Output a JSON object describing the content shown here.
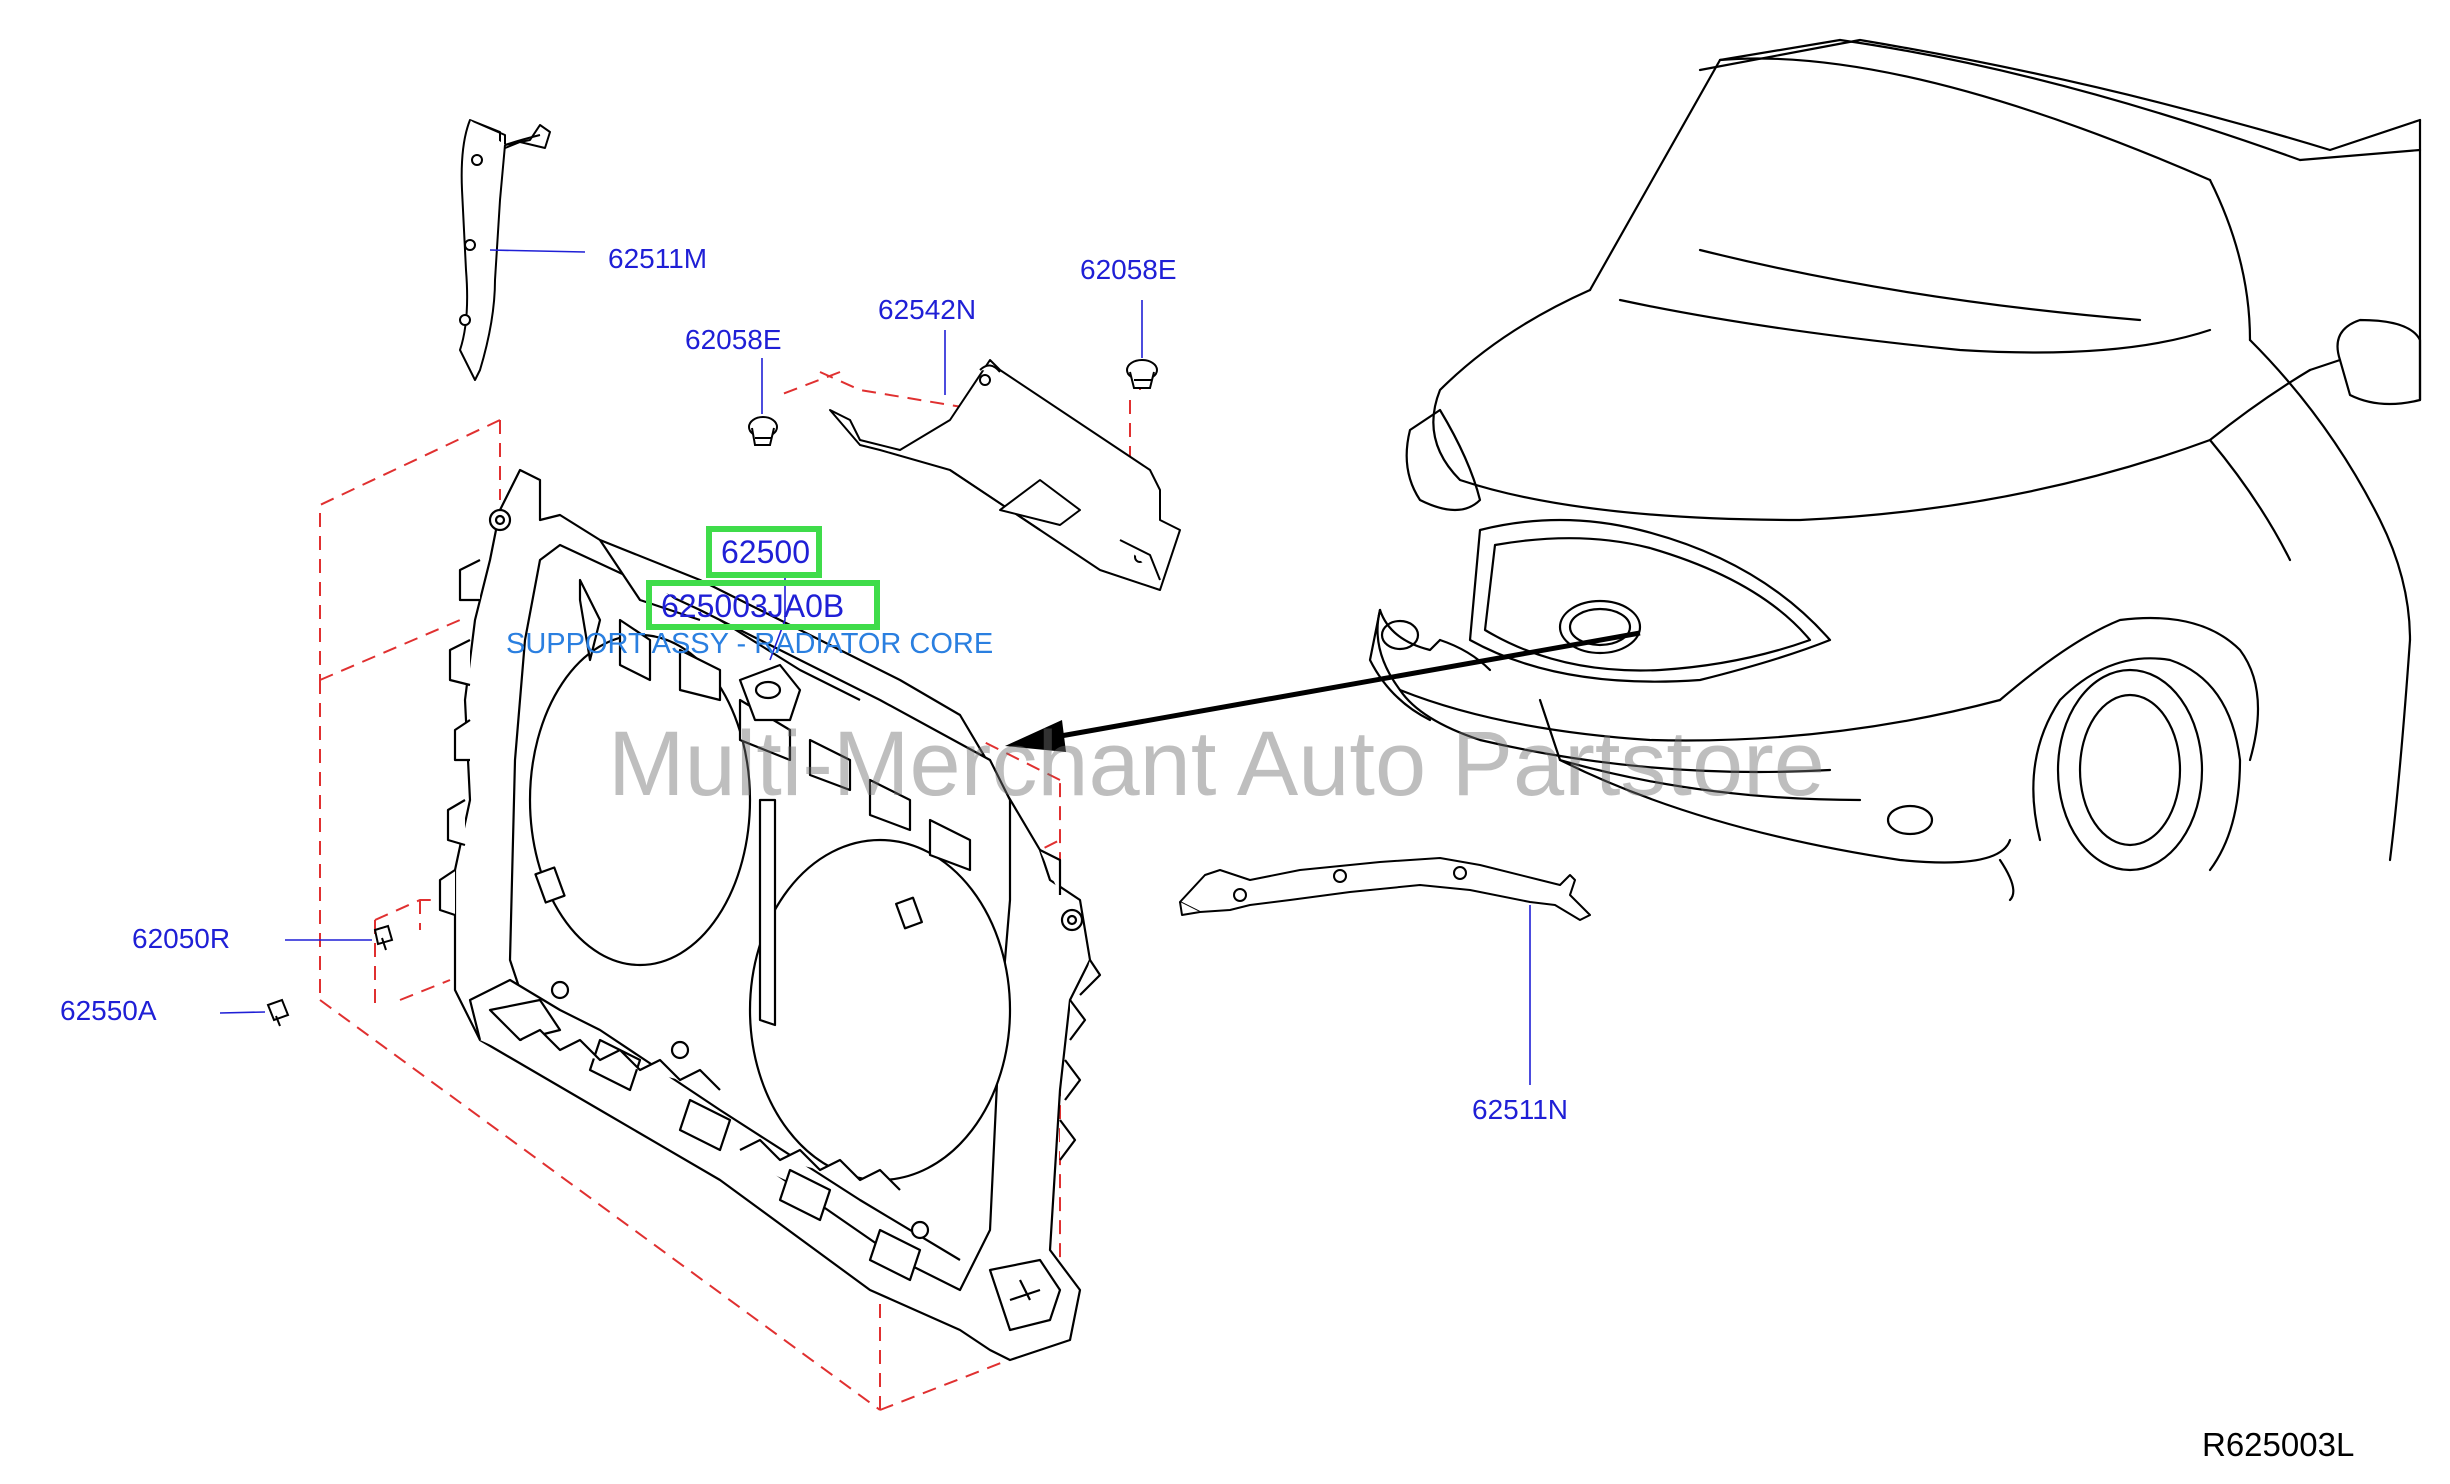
{
  "labels": {
    "p62511M": "62511M",
    "p62058E_left": "62058E",
    "p62542N": "62542N",
    "p62058E_right": "62058E",
    "p62500": "62500",
    "p625003JA0B": "625003JA0B",
    "description": "SUPPORT ASSY - RADIATOR CORE",
    "p62050R": "62050R",
    "p62550A": "62550A",
    "p62511N": "62511N"
  },
  "watermark": "Multi-Merchant Auto Partstore",
  "reference": "R625003L",
  "colors": {
    "label_text": "#1f1fd6",
    "highlight": "#3fdc4a",
    "description": "#2a7fe0",
    "dashed_lines": "#e03030",
    "drawing": "#000000"
  }
}
